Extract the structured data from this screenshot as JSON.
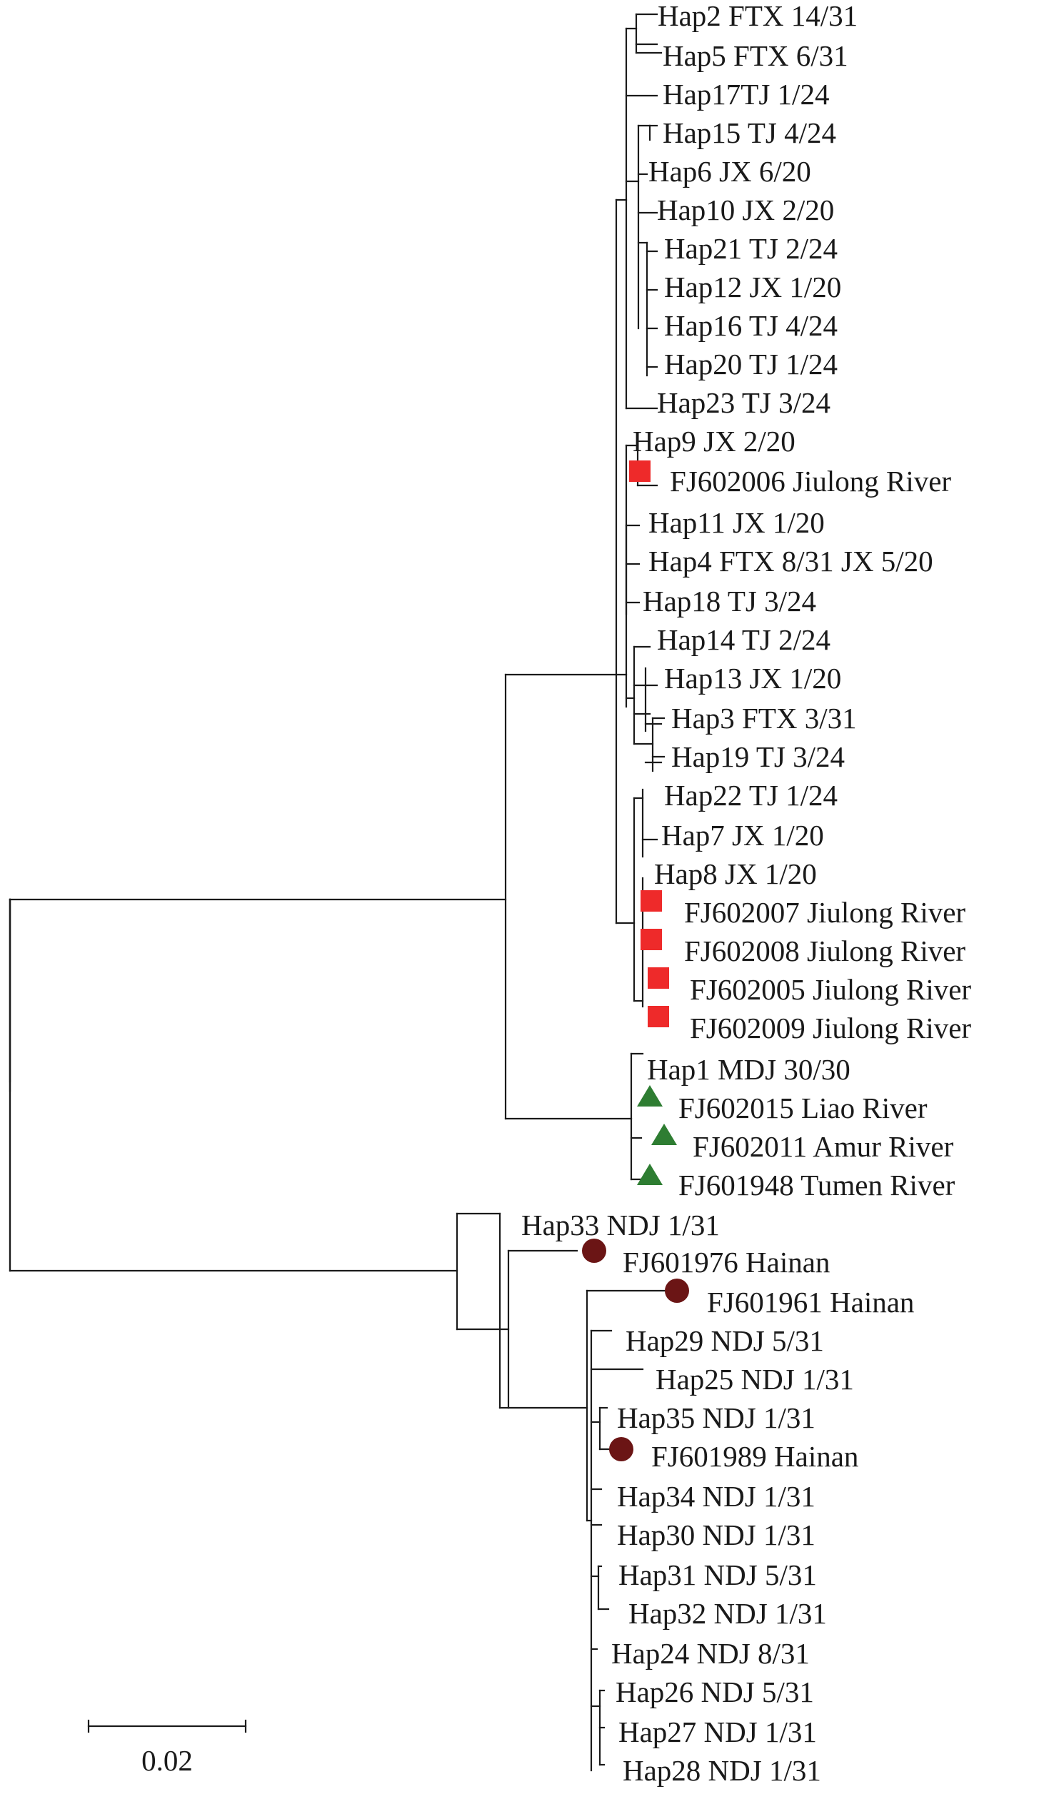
{
  "tree": {
    "scale_bar_label": "0.02",
    "taxa": [
      {
        "id": "hap2",
        "label": "Hap2 FTX 14/31",
        "marker": null
      },
      {
        "id": "hap5",
        "label": "Hap5 FTX 6/31",
        "marker": null
      },
      {
        "id": "hap17",
        "label": "Hap17TJ 1/24",
        "marker": null
      },
      {
        "id": "hap15",
        "label": "Hap15 TJ 4/24",
        "marker": null
      },
      {
        "id": "hap6",
        "label": "Hap6 JX 6/20",
        "marker": null
      },
      {
        "id": "hap10",
        "label": "Hap10 JX 2/20",
        "marker": null
      },
      {
        "id": "hap21",
        "label": "Hap21 TJ 2/24",
        "marker": null
      },
      {
        "id": "hap12",
        "label": "Hap12 JX 1/20",
        "marker": null
      },
      {
        "id": "hap16",
        "label": "Hap16 TJ 4/24",
        "marker": null
      },
      {
        "id": "hap20",
        "label": "Hap20 TJ 1/24",
        "marker": null
      },
      {
        "id": "hap23",
        "label": "Hap23 TJ 3/24",
        "marker": null
      },
      {
        "id": "hap9",
        "label": "Hap9 JX 2/20",
        "marker": null
      },
      {
        "id": "fj602006",
        "label": "FJ602006 Jiulong River",
        "marker": "square"
      },
      {
        "id": "hap11",
        "label": "Hap11 JX 1/20",
        "marker": null
      },
      {
        "id": "hap4",
        "label": "Hap4 FTX 8/31 JX 5/20",
        "marker": null
      },
      {
        "id": "hap18",
        "label": "Hap18 TJ 3/24",
        "marker": null
      },
      {
        "id": "hap14",
        "label": "Hap14 TJ 2/24",
        "marker": null
      },
      {
        "id": "hap13",
        "label": "Hap13 JX 1/20",
        "marker": null
      },
      {
        "id": "hap3",
        "label": "Hap3 FTX 3/31",
        "marker": null
      },
      {
        "id": "hap19",
        "label": "Hap19 TJ 3/24",
        "marker": null
      },
      {
        "id": "hap22",
        "label": "Hap22 TJ 1/24",
        "marker": null
      },
      {
        "id": "hap7",
        "label": "Hap7 JX 1/20",
        "marker": null
      },
      {
        "id": "hap8",
        "label": "Hap8 JX 1/20",
        "marker": null
      },
      {
        "id": "fj602007",
        "label": "FJ602007 Jiulong River",
        "marker": "square"
      },
      {
        "id": "fj602008",
        "label": "FJ602008 Jiulong River",
        "marker": "square"
      },
      {
        "id": "fj602005",
        "label": "FJ602005 Jiulong River",
        "marker": "square"
      },
      {
        "id": "fj602009",
        "label": "FJ602009 Jiulong River",
        "marker": "square"
      },
      {
        "id": "hap1",
        "label": "Hap1 MDJ 30/30",
        "marker": null
      },
      {
        "id": "fj602015",
        "label": "FJ602015 Liao River",
        "marker": "triangle"
      },
      {
        "id": "fj602011",
        "label": "FJ602011 Amur River",
        "marker": "triangle"
      },
      {
        "id": "fj601948",
        "label": "FJ601948 Tumen River",
        "marker": "triangle"
      },
      {
        "id": "hap33",
        "label": "Hap33 NDJ 1/31",
        "marker": null
      },
      {
        "id": "fj601976",
        "label": "FJ601976 Hainan",
        "marker": "circle"
      },
      {
        "id": "fj601961",
        "label": "FJ601961 Hainan",
        "marker": "circle"
      },
      {
        "id": "hap29",
        "label": "Hap29 NDJ 5/31",
        "marker": null
      },
      {
        "id": "hap25",
        "label": "Hap25 NDJ 1/31",
        "marker": null
      },
      {
        "id": "hap35",
        "label": "Hap35 NDJ 1/31",
        "marker": null
      },
      {
        "id": "fj601989",
        "label": "FJ601989 Hainan",
        "marker": "circle"
      },
      {
        "id": "hap34",
        "label": "Hap34 NDJ 1/31",
        "marker": null
      },
      {
        "id": "hap30",
        "label": "Hap30 NDJ 1/31",
        "marker": null
      },
      {
        "id": "hap31",
        "label": "Hap31 NDJ 5/31",
        "marker": null
      },
      {
        "id": "hap32",
        "label": "Hap32 NDJ 1/31",
        "marker": null
      },
      {
        "id": "hap24",
        "label": "Hap24 NDJ 8/31",
        "marker": null
      },
      {
        "id": "hap26",
        "label": "Hap26 NDJ 5/31",
        "marker": null
      },
      {
        "id": "hap27",
        "label": "Hap27 NDJ 1/31",
        "marker": null
      },
      {
        "id": "hap28",
        "label": "Hap28 NDJ 1/31",
        "marker": null
      }
    ]
  },
  "colors": {
    "square": "#ee2a2a",
    "triangle": "#2e7d32",
    "circle": "#6b1515",
    "line": "#1a1a1a"
  }
}
